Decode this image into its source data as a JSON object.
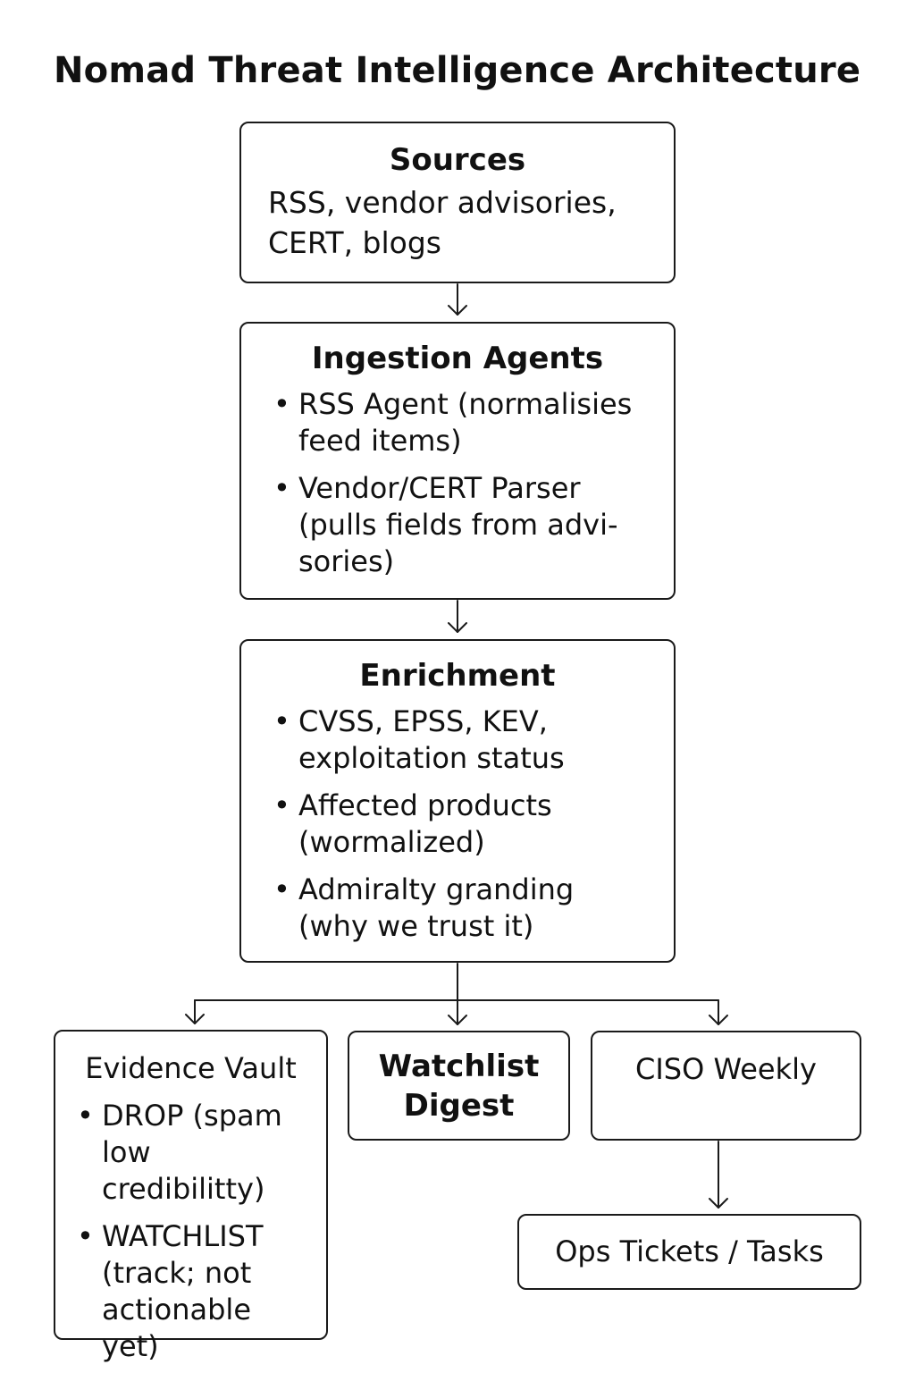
{
  "title": "Nomad Threat Intelligence Architecture",
  "sources": {
    "title": "Sources",
    "text_lines": [
      "RSS, vendor advisories,",
      "CERT, blogs"
    ]
  },
  "ingestion": {
    "title": "Ingestion Agents",
    "items": [
      "RSS Agent (normalisies feed items)",
      "Vendor/CERT Parser (pulls fields from advi-sories)"
    ]
  },
  "enrichment": {
    "title": "Enrichment",
    "items": [
      "CVSS, EPSS, KEV, exploitation status",
      "Affected products (wormalized)",
      "Admiralty granding (why we trust it)"
    ]
  },
  "evidence_vault": {
    "title": "Evidence Vault",
    "items": [
      "DROP (spam low credibilitty)",
      "WATCHLIST (track; not actionable yet)"
    ]
  },
  "watchlist_digest": {
    "title_lines": [
      "Watchlist",
      "Digest"
    ]
  },
  "ciso_weekly": {
    "title": "CISO Weekly"
  },
  "ops_tickets": {
    "title": "Ops Tickets / Tasks"
  }
}
